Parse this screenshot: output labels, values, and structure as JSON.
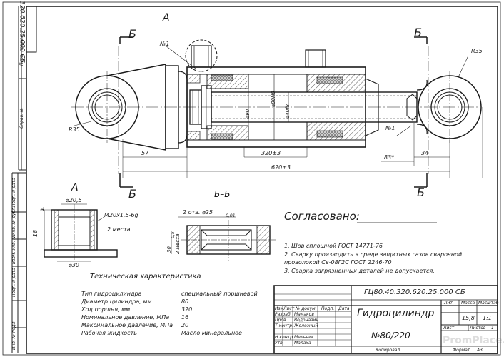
{
  "drawing": {
    "section_label_b": "Б",
    "view_label_a": "А",
    "section_title": "Б–Б",
    "detail_title": "А",
    "item_mark": "№1",
    "radius_left": "R35",
    "radius_right": "R35",
    "dim_57": "57",
    "dim_320": "320±3",
    "dim_620": "620±3",
    "dim_83": "83*",
    "dim_34": "34",
    "dim_d90": "⌀90",
    "dim_d80h8": "⌀80Н8",
    "dim_d40f8": "⌀40f8",
    "detail_d205": "⌀20,5",
    "detail_m20": "М20х1,5-6g",
    "detail_2places": "2 места",
    "detail_d30": "⌀30",
    "detail_4": "4",
    "detail_18": "18",
    "section_2holes": "2 отв. ⌀25",
    "section_tol": "-0,01",
    "section_30": "30",
    "section_30_tol": "-0,5",
    "section_2places": "2 места"
  },
  "agreed": {
    "label": "Согласовано:"
  },
  "notes": [
    "1. Шов сплошной ГОСТ 14771-76",
    "2. Сварку производить в среде защитных газов сварочной",
    "проволокой Св-08Г2С ГОСТ 2246-70",
    "3. Сварка загрязненных деталей не допускается."
  ],
  "specs": {
    "title": "Техническая характеристика",
    "rows": [
      {
        "name": "Тип гидроцилиндра",
        "value": "специальный поршневой"
      },
      {
        "name": "Диаметр цилиндра, мм",
        "value": "80"
      },
      {
        "name": "Ход поршня, мм",
        "value": "320"
      },
      {
        "name": "Номинальное давление, МПа",
        "value": "16"
      },
      {
        "name": "Максимальное давление, МПа",
        "value": "20"
      },
      {
        "name": "Рабочая жидкость",
        "value": "Масло минеральное"
      }
    ]
  },
  "title_block": {
    "designation": "ГЦ80.40.320.620.25.000 СБ",
    "designation_rotated": "ГЦ80.40.320.620.25.000 СБ",
    "name": "Гидроцилиндр",
    "number": "№80/220",
    "col_izm": "Изм",
    "col_list": "Лист",
    "col_doc": "№ докум.",
    "col_sign": "Подп.",
    "col_date": "Дата",
    "role_razrab": "Разраб.",
    "role_prov": "Пров.",
    "role_tkontr": "Т.контр.",
    "role_nkontr": "Н.контр.",
    "role_utv": "Утв.",
    "name_razrab": "Мамаков",
    "name_prov": "Водоназин",
    "name_tkontr": "Железный",
    "name_nkontr": "Мельник",
    "name_utv": "Малаха",
    "lit": "Лит.",
    "mass": "Масса",
    "scale": "Масштаб",
    "mass_value": "15,8",
    "scale_value": "1:1",
    "sheet": "Лист",
    "sheets": "Листов",
    "sheets_value": "1",
    "copied": "Копировал",
    "format": "Формат",
    "format_value": "А3"
  },
  "side_strip": {
    "perv_primen": "Перв. примен.",
    "sprav_no": "Справ. №",
    "podp_data_1": "Подп. и дата",
    "inv_dubl": "Инв. № дубл.",
    "vzam_inv": "Взам. инв. №",
    "podp_data_2": "Подп. и дата",
    "inv_podl": "Инв. № подл."
  },
  "watermark": "PromPlace.UA"
}
